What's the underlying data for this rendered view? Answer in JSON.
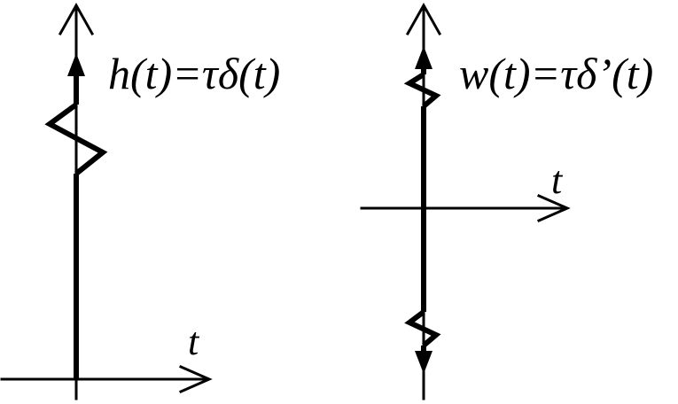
{
  "left_plot": {
    "formula": "h(t)=τδ(t)",
    "axis_label": "t"
  },
  "right_plot": {
    "formula": "w(t)=τδ’(t)",
    "axis_label": "t"
  },
  "colors": {
    "ink": "#000000",
    "background": "#ffffff"
  }
}
